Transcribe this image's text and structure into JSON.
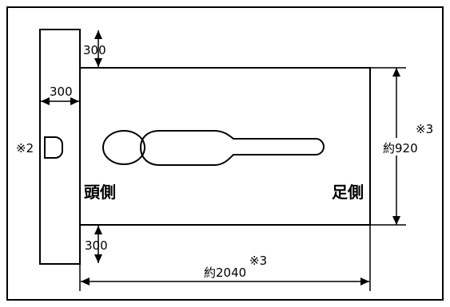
{
  "diagram": {
    "labels": {
      "top_clearance": "300",
      "side_clearance": "300",
      "bottom_clearance": "300",
      "width_value": "約920",
      "length_value": "約2040",
      "note_wall": "※2",
      "note_width": "※3",
      "note_length": "※3",
      "head_side": "頭側",
      "foot_side": "足側"
    },
    "colors": {
      "line": "#000000",
      "background": "#ffffff"
    }
  }
}
